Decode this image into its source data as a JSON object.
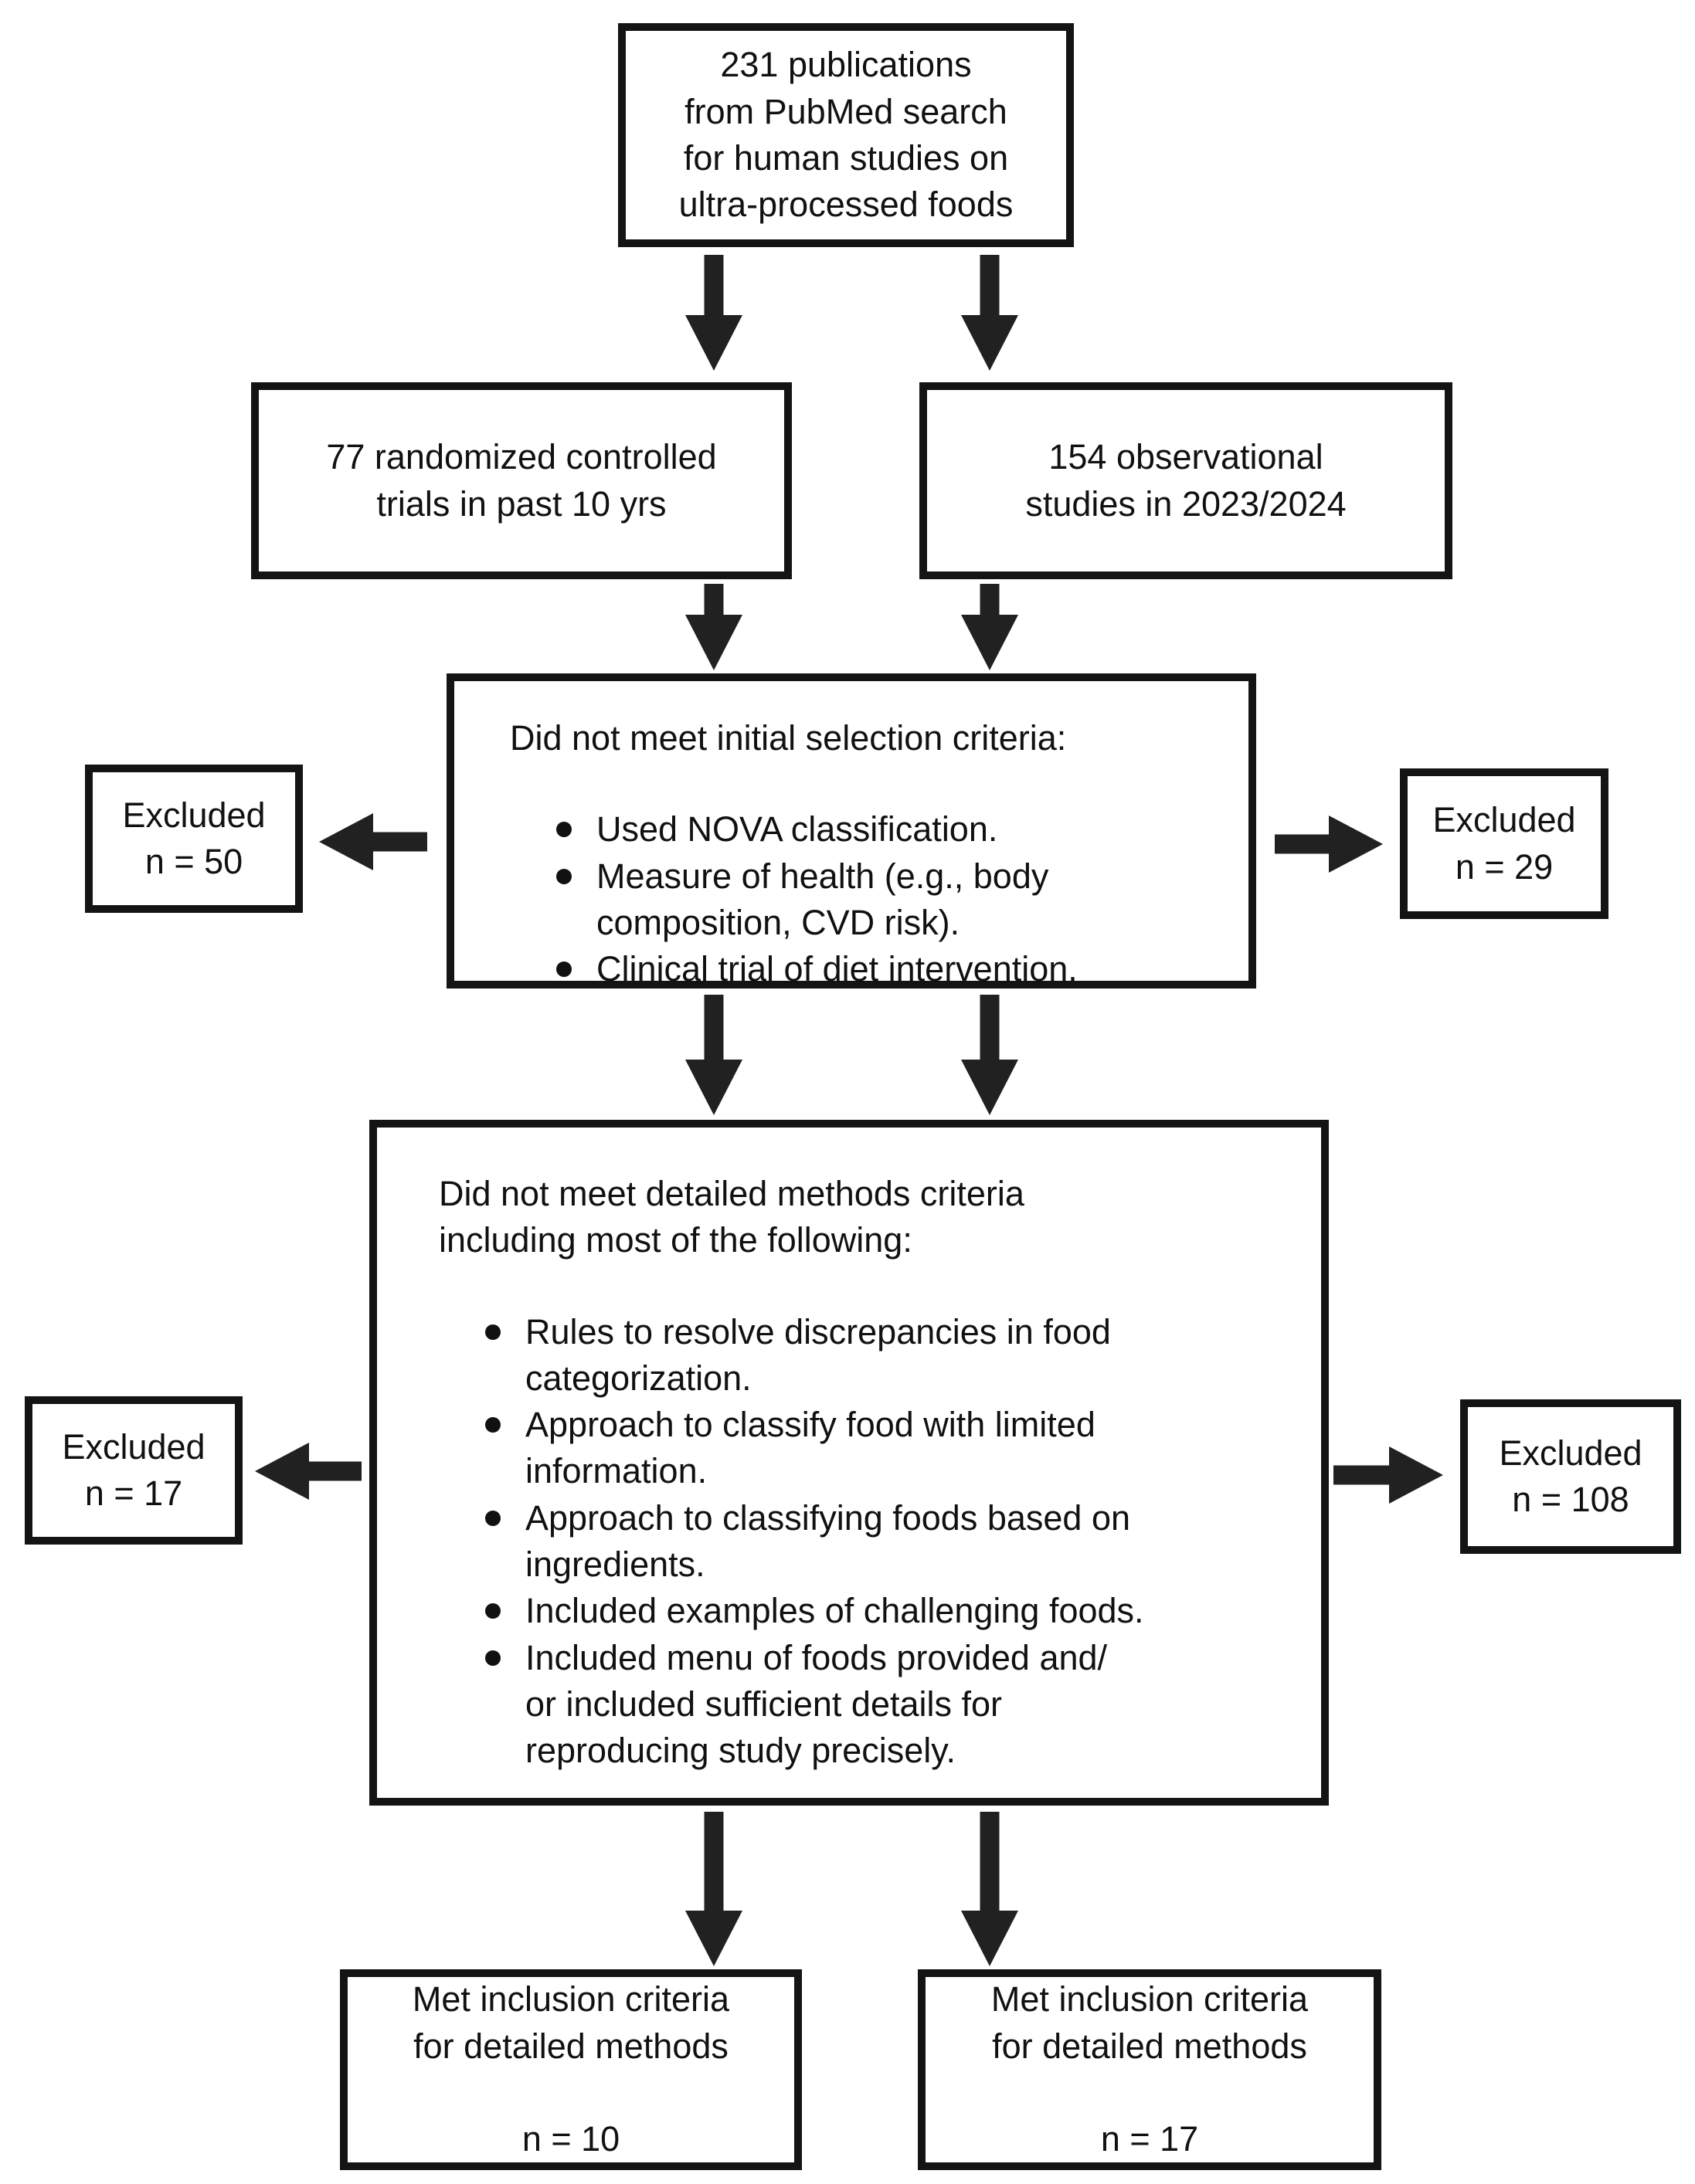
{
  "colors": {
    "ink": "#141414",
    "arrow": "#212121",
    "text": "#111111",
    "background": "#ffffff"
  },
  "boxes": {
    "source": {
      "text": "231 publications\nfrom PubMed search\nfor human studies on\nultra-processed foods"
    },
    "rct": {
      "text": "77 randomized controlled\ntrials in past 10 yrs"
    },
    "observational": {
      "text": "154 observational\nstudies in 2023/2024"
    },
    "initial_criteria": {
      "title": "Did not meet initial selection criteria:",
      "bullets": [
        "Used NOVA classification.",
        "Measure of health (e.g., body\ncomposition, CVD risk).",
        "Clinical trial of diet intervention."
      ]
    },
    "excluded_initial_left": {
      "text": "Excluded\nn = 50"
    },
    "excluded_initial_right": {
      "text": "Excluded\nn = 29"
    },
    "detailed_criteria": {
      "title": "Did not meet detailed methods criteria\nincluding most of the following:",
      "bullets": [
        "Rules to resolve discrepancies in food\ncategorization.",
        "Approach to classify food with limited\ninformation.",
        "Approach to classifying foods based on\ningredients.",
        "Included examples of challenging foods.",
        "Included menu of foods provided and/\nor included sufficient details for\nreproducing study precisely."
      ]
    },
    "excluded_detailed_left": {
      "text": "Excluded\nn = 17"
    },
    "excluded_detailed_right": {
      "text": "Excluded\nn = 108"
    },
    "included_left": {
      "text": "Met inclusion criteria\nfor detailed methods\n\nn = 10"
    },
    "included_right": {
      "text": "Met inclusion criteria\nfor detailed methods\n\nn = 17"
    }
  }
}
